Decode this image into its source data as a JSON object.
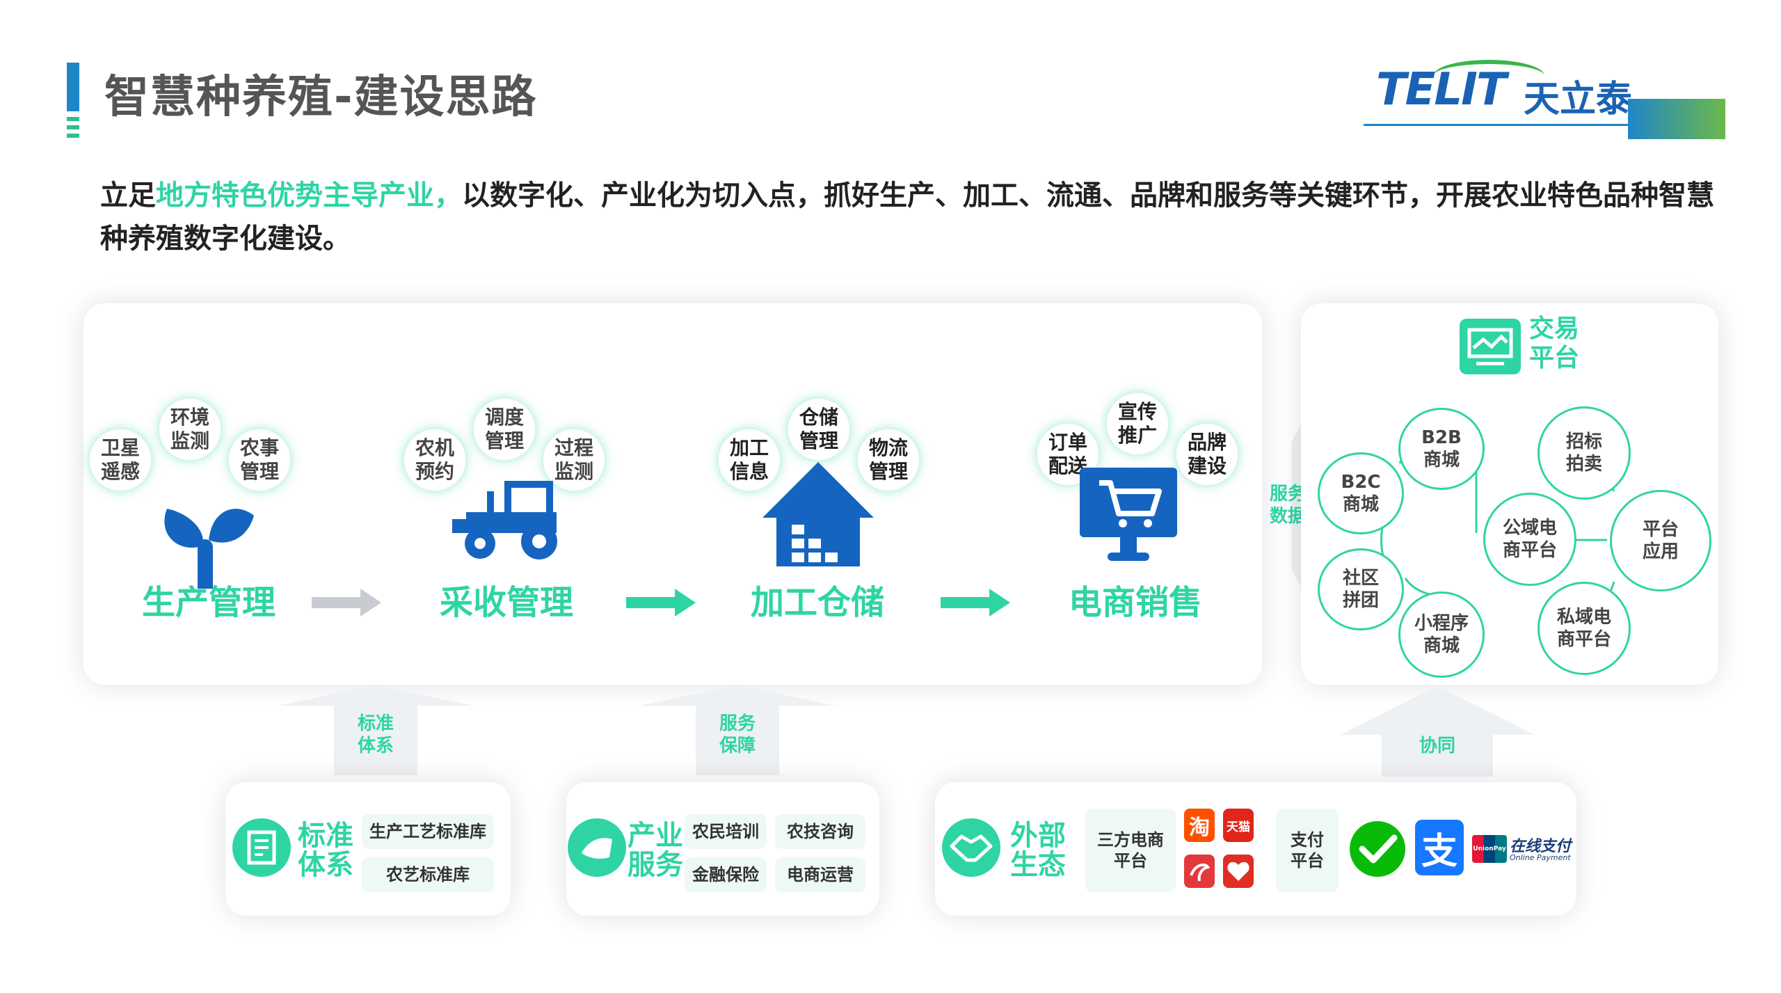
{
  "header": {
    "title": "智慧种养殖-建设思路",
    "logo_text": "TELIT",
    "logo_cn": "天立泰"
  },
  "intro": {
    "prefix": "立足",
    "highlight": "地方特色优势主导产业，",
    "rest": "以数字化、产业化为切入点，抓好生产、加工、流通、品牌和服务等关键环节，开展农业特色品种智慧种养殖数字化建设。"
  },
  "colors": {
    "accent": "#2fd4a4",
    "brand_blue": "#1a62b3",
    "deep_blue": "#1565c0"
  },
  "stages": [
    {
      "name": "生产管理",
      "icon": "sprout-icon",
      "bubbles": [
        "卫星\n遥感",
        "环境\n监测",
        "农事\n管理"
      ]
    },
    {
      "name": "采收管理",
      "icon": "tractor-icon",
      "bubbles": [
        "农机\n预约",
        "调度\n管理",
        "过程\n监测"
      ]
    },
    {
      "name": "加工仓储",
      "icon": "warehouse-icon",
      "bubbles": [
        "加工\n信息",
        "仓储\n管理",
        "物流\n管理"
      ]
    },
    {
      "name": "电商销售",
      "icon": "shopping-cart-icon",
      "bubbles": [
        "订单\n配送",
        "宣传\n推广",
        "品牌\n建设"
      ]
    }
  ],
  "side_link_label": "服务\n数据",
  "trade": {
    "title": "交易\n平台",
    "icon": "monitor-chart-icon",
    "nodes": [
      "B2B\n商城",
      "B2C\n商城",
      "社区\n拼团",
      "小程序\n商城",
      "招标\n拍卖",
      "公域电\n商平台",
      "平台\n应用",
      "私域电\n商平台"
    ]
  },
  "up_links": [
    "标准\n体系",
    "服务\n保障",
    "协同"
  ],
  "bottom": {
    "standard": {
      "title": "标准\n体系",
      "icon": "standard-doc-icon",
      "items": [
        "生产工艺标准库",
        "农艺标准库"
      ]
    },
    "service": {
      "title": "产业\n服务",
      "icon": "service-icon",
      "items": [
        "农民培训",
        "农技咨询",
        "金融保险",
        "电商运营"
      ]
    },
    "external": {
      "title": "外部\n生态",
      "icon": "handshake-icon",
      "ecommerce_label": "三方电商\n平台",
      "ecommerce_logos": [
        {
          "text": "淘",
          "color": "#ff5000"
        },
        {
          "text": "天猫",
          "color": "#e1251b"
        },
        {
          "text": "",
          "color": "#e4393c"
        },
        {
          "text": "",
          "color": "#e02e24"
        }
      ],
      "payment_label": "支付\n平台",
      "payment_logos": [
        {
          "name": "wechat-pay-icon",
          "color": "#09bb07"
        },
        {
          "name": "alipay-icon",
          "text": "支",
          "color": "#1677ff"
        }
      ],
      "unionpay_text": "在线支付",
      "unionpay_sub": "Online Payment",
      "unionpay_badge": "UnionPay"
    }
  }
}
